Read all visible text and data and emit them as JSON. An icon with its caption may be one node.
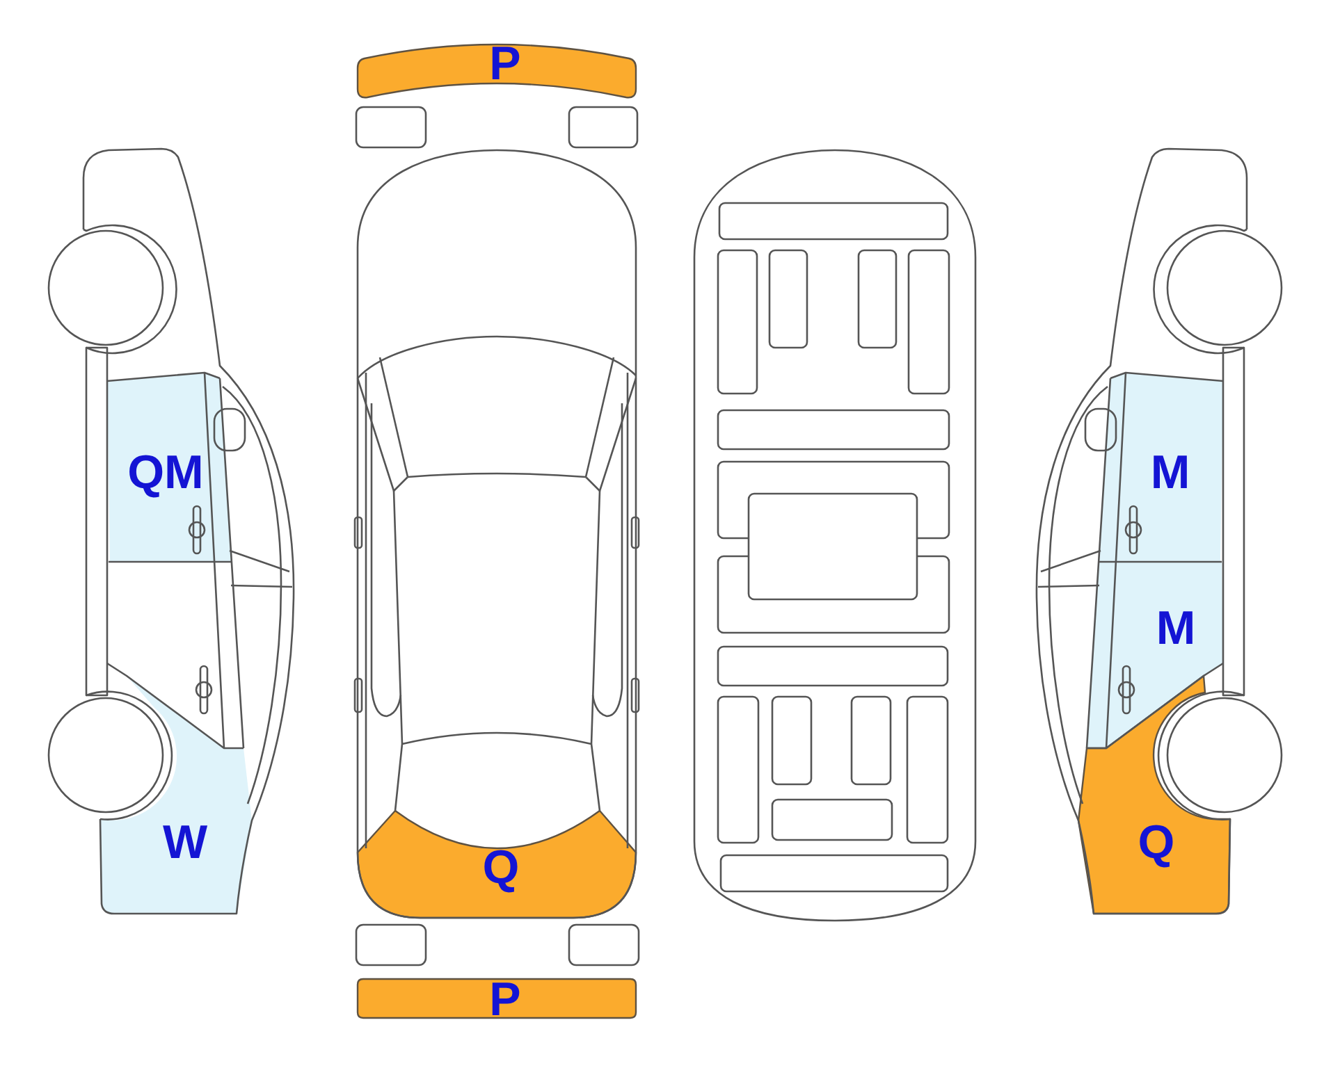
{
  "diagram": {
    "nodes": [
      {
        "text": [
          "P"
        ]
      },
      {
        "text": [
          "QM"
        ]
      },
      {
        "text": [
          "M"
        ]
      },
      {
        "text": [
          "M"
        ]
      },
      {
        "text": [
          "W"
        ]
      },
      {
        "text": [
          "Q"
        ]
      },
      {
        "text": [
          "Q"
        ]
      },
      {
        "text": [
          "P"
        ]
      }
    ]
  }
}
